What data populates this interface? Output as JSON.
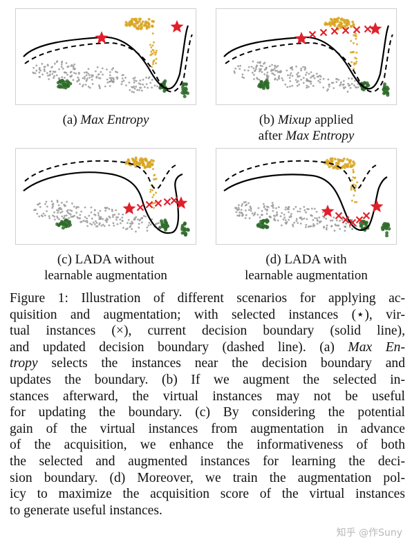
{
  "panels": [
    {
      "id": "a",
      "prefix": "(a) ",
      "italic1": "Max Entropy",
      "line2_text": "",
      "line2_italic": ""
    },
    {
      "id": "b",
      "prefix": "(b) ",
      "italic1": "Mixup",
      "line1_rest": " applied",
      "line2_text": "after ",
      "line2_italic": "Max Entropy"
    },
    {
      "id": "c",
      "prefix": "(c) LADA without",
      "italic1": "",
      "line2_text": "learnable augmentation",
      "line2_italic": ""
    },
    {
      "id": "d",
      "prefix": "(d) LADA with",
      "italic1": "",
      "line2_text": "learnable augmentation",
      "line2_italic": ""
    }
  ],
  "caption": {
    "lines": [
      [
        "Figure 1: Illustration of different scenarios for applying ac-"
      ],
      [
        "quisition and augmentation; with selected instances (⋆), vir-"
      ],
      [
        "tual instances (×), current decision boundary (solid line),"
      ],
      [
        "and updated decision boundary (dashed line). (a) ",
        "Max En-"
      ],
      [
        "tropy",
        " selects the instances near the decision boundary and"
      ],
      [
        "updates the boundary. (b) If we augment the selected in-"
      ],
      [
        "stances afterward, the virtual instances may not be useful"
      ],
      [
        "for updating the boundary. (c) By considering the potential"
      ],
      [
        "gain of the virtual instances from augmentation in advance"
      ],
      [
        "of the acquisition, we enhance the informativeness of both"
      ],
      [
        "the selected and augmented instances for learning the deci-"
      ],
      [
        "sion boundary. (d) Moreover, we train the augmentation pol-"
      ],
      [
        "icy to maximize the acquisition score of the virtual instances"
      ],
      [
        "to generate useful instances."
      ]
    ]
  },
  "legend_marks": {
    "selected": "⋆",
    "virtual": "×"
  },
  "colors": {
    "gold": "#d9a520",
    "gray": "#9a9a9a",
    "green": "#2f6b2a",
    "red": "#e0202a"
  },
  "watermark": "知乎 @作Suny"
}
